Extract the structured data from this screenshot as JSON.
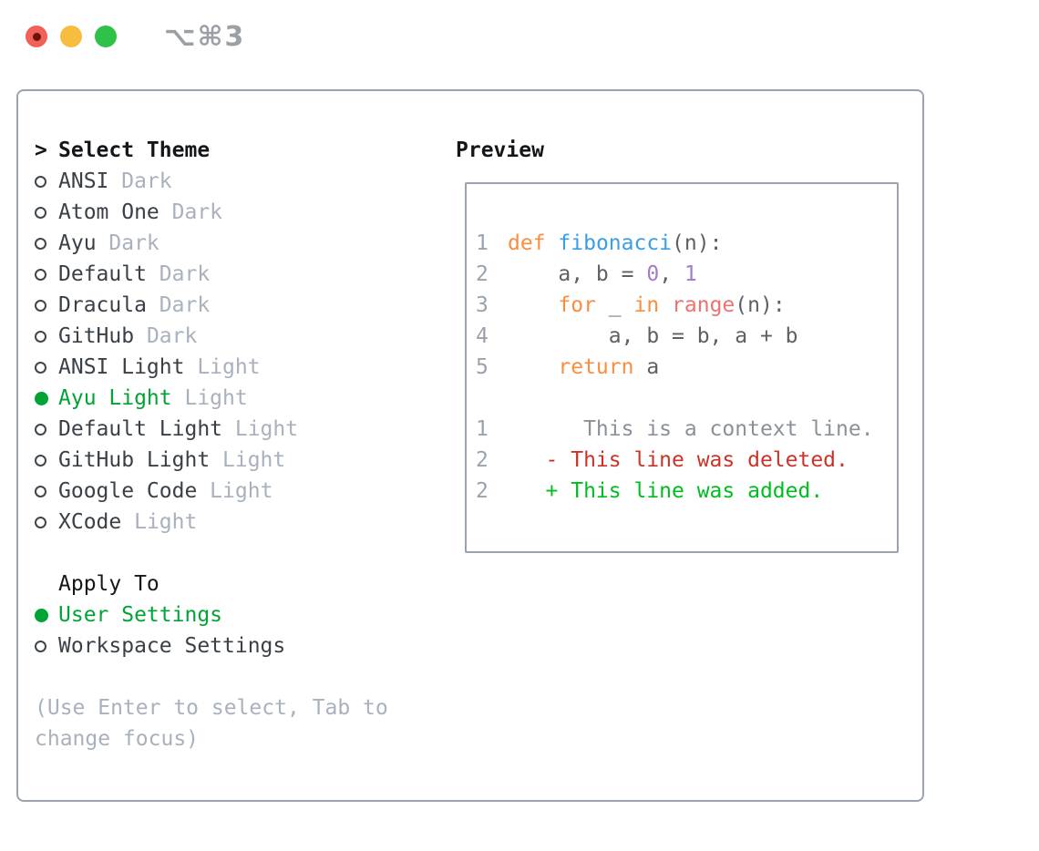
{
  "titlebar": {
    "shortcut": "⌥⌘3"
  },
  "theme_selector": {
    "header_marker": ">",
    "header": "Select Theme",
    "items": [
      {
        "label": "ANSI",
        "variant": "Dark",
        "selected": false
      },
      {
        "label": "Atom One",
        "variant": "Dark",
        "selected": false
      },
      {
        "label": "Ayu",
        "variant": "Dark",
        "selected": false
      },
      {
        "label": "Default",
        "variant": "Dark",
        "selected": false
      },
      {
        "label": "Dracula",
        "variant": "Dark",
        "selected": false
      },
      {
        "label": "GitHub",
        "variant": "Dark",
        "selected": false
      },
      {
        "label": "ANSI Light",
        "variant": "Light",
        "selected": false
      },
      {
        "label": "Ayu Light",
        "variant": "Light",
        "selected": true
      },
      {
        "label": "Default Light",
        "variant": "Light",
        "selected": false
      },
      {
        "label": "GitHub Light",
        "variant": "Light",
        "selected": false
      },
      {
        "label": "Google Code",
        "variant": "Light",
        "selected": false
      },
      {
        "label": "XCode",
        "variant": "Light",
        "selected": false
      }
    ],
    "apply_to": {
      "header": "Apply To",
      "options": [
        {
          "label": "User Settings",
          "selected": true
        },
        {
          "label": "Workspace Settings",
          "selected": false
        }
      ]
    },
    "hint": "(Use Enter to select, Tab to change focus)"
  },
  "preview": {
    "title": "Preview",
    "code_lines": [
      {
        "num": "1",
        "tokens": [
          {
            "text": "def",
            "style": "keyword"
          },
          {
            "text": " ",
            "style": "plain"
          },
          {
            "text": "fibonacci",
            "style": "function"
          },
          {
            "text": "(n):",
            "style": "plain"
          }
        ]
      },
      {
        "num": "2",
        "tokens": [
          {
            "text": "    a, b = ",
            "style": "plain"
          },
          {
            "text": "0",
            "style": "number"
          },
          {
            "text": ", ",
            "style": "plain"
          },
          {
            "text": "1",
            "style": "number"
          }
        ]
      },
      {
        "num": "3",
        "tokens": [
          {
            "text": "    ",
            "style": "plain"
          },
          {
            "text": "for",
            "style": "keyword"
          },
          {
            "text": " _ ",
            "style": "plain"
          },
          {
            "text": "in",
            "style": "keyword"
          },
          {
            "text": " ",
            "style": "plain"
          },
          {
            "text": "range",
            "style": "call"
          },
          {
            "text": "(n):",
            "style": "plain"
          }
        ]
      },
      {
        "num": "4",
        "tokens": [
          {
            "text": "        a, b = b, a + b",
            "style": "plain"
          }
        ]
      },
      {
        "num": "5",
        "tokens": [
          {
            "text": "    ",
            "style": "plain"
          },
          {
            "text": "return",
            "style": "keyword"
          },
          {
            "text": " a",
            "style": "plain"
          }
        ]
      },
      {
        "num": "",
        "tokens": []
      },
      {
        "num": "1",
        "tokens": [
          {
            "text": "      This is a context line.",
            "style": "context"
          }
        ]
      },
      {
        "num": "2",
        "tokens": [
          {
            "text": "   - This line was deleted.",
            "style": "deleted"
          }
        ]
      },
      {
        "num": "2",
        "tokens": [
          {
            "text": "   + This line was added.",
            "style": "added"
          }
        ]
      }
    ]
  },
  "colors": {
    "accent_green": "#00a435",
    "panel_border": "#9aa3ad",
    "muted_text": "#a8b1bd",
    "item_text": "#3a4047",
    "header_text": "#14171a",
    "traffic_red": "#f2605a",
    "traffic_yellow": "#f7bd40",
    "traffic_green": "#2fc148",
    "shortcut_gray": "#9aa0a6",
    "syntax": {
      "keyword": "#fa8d3e",
      "function": "#399ee6",
      "call": "#f07171",
      "number": "#a37acc",
      "plain": "#5c6166",
      "linenum": "#9aa3ad",
      "context": "#8a9199",
      "deleted": "#cc3328",
      "added": "#00bd1f"
    }
  }
}
